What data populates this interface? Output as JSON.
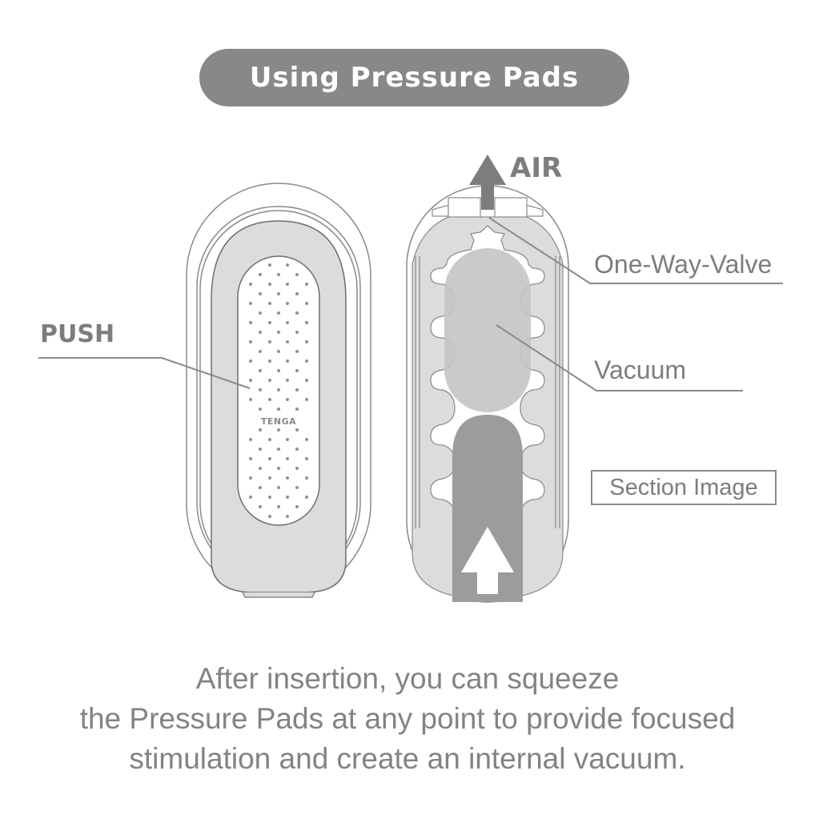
{
  "title": "Using Pressure Pads",
  "labels": {
    "push": "PUSH",
    "air": "AIR",
    "valve": "One-Way-Valve",
    "vacuum": "Vacuum",
    "section": "Section Image",
    "logo": "TENGA"
  },
  "caption": {
    "lines": [
      "After insertion, you can squeeze",
      "the Pressure Pads at any point to provide focused",
      "stimulation and create an internal vacuum."
    ]
  },
  "colors": {
    "pill": "#88888a",
    "text": "#7d7d7d",
    "light_fill": "#dcdcdc",
    "mid_fill": "#c6c6c6",
    "dark_fill": "#9c9c9e",
    "outline": "#8a8a8a"
  }
}
